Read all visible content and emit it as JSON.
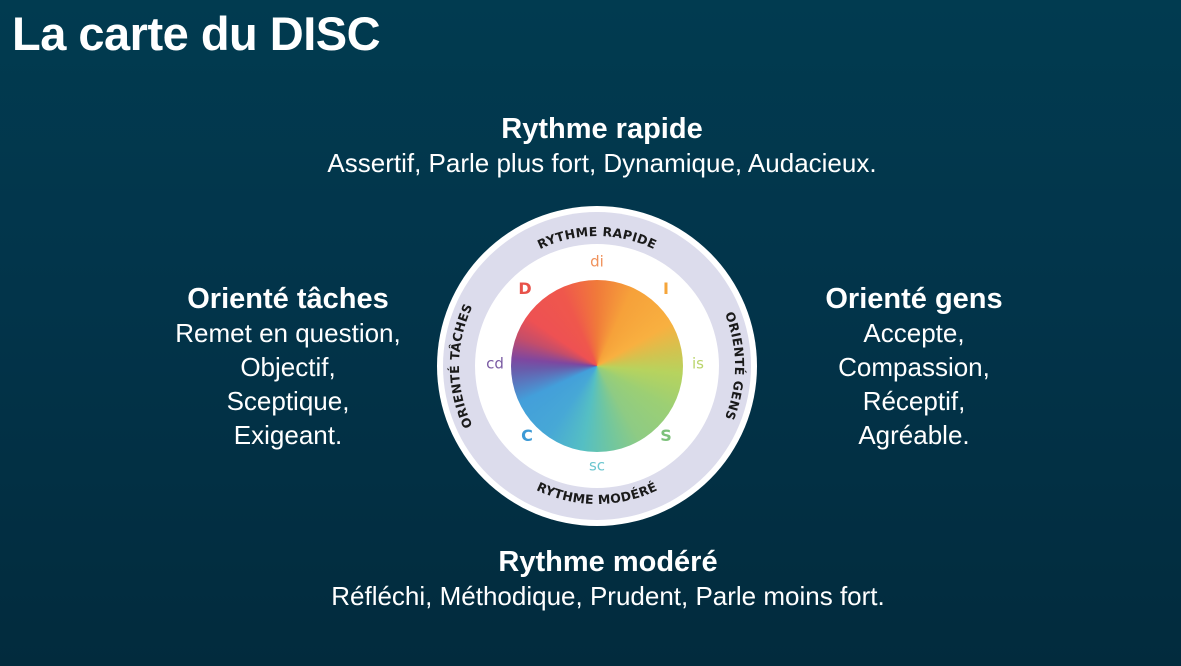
{
  "title": "La carte du DISC",
  "top": {
    "heading": "Rythme rapide",
    "description": "Assertif, Parle plus fort, Dynamique, Audacieux."
  },
  "bottom": {
    "heading": "Rythme modéré",
    "description": "Réfléchi, Méthodique, Prudent, Parle moins fort."
  },
  "left": {
    "heading": "Orienté tâches",
    "lines": [
      "Remet en question,",
      "Objectif,",
      "Sceptique,",
      "Exigeant."
    ]
  },
  "right": {
    "heading": "Orienté gens",
    "lines": [
      "Accepte,",
      "Compassion,",
      "Réceptif,",
      "Agréable."
    ]
  },
  "wheel": {
    "ring_labels": {
      "top": "RYTHME RAPIDE",
      "bottom": "RYTHME MODÉRÉ",
      "left": "ORIENTÉ TÂCHES",
      "right": "ORIENTÉ GENS"
    },
    "styles": [
      {
        "label": "D",
        "type": "primary",
        "color": "#e8524a"
      },
      {
        "label": "di",
        "type": "blend",
        "color": "#f0915a"
      },
      {
        "label": "I",
        "type": "primary",
        "color": "#f5a53a"
      },
      {
        "label": "is",
        "type": "blend",
        "color": "#b9d46a"
      },
      {
        "label": "S",
        "type": "primary",
        "color": "#7cc17a"
      },
      {
        "label": "sc",
        "type": "blend",
        "color": "#6cc6cf"
      },
      {
        "label": "C",
        "type": "primary",
        "color": "#3d9ad6"
      },
      {
        "label": "cd",
        "type": "blend",
        "color": "#7a5ba3"
      }
    ],
    "colors": {
      "ring": "#dcdcec",
      "border": "#ffffff",
      "inner": "#ffffff"
    }
  }
}
